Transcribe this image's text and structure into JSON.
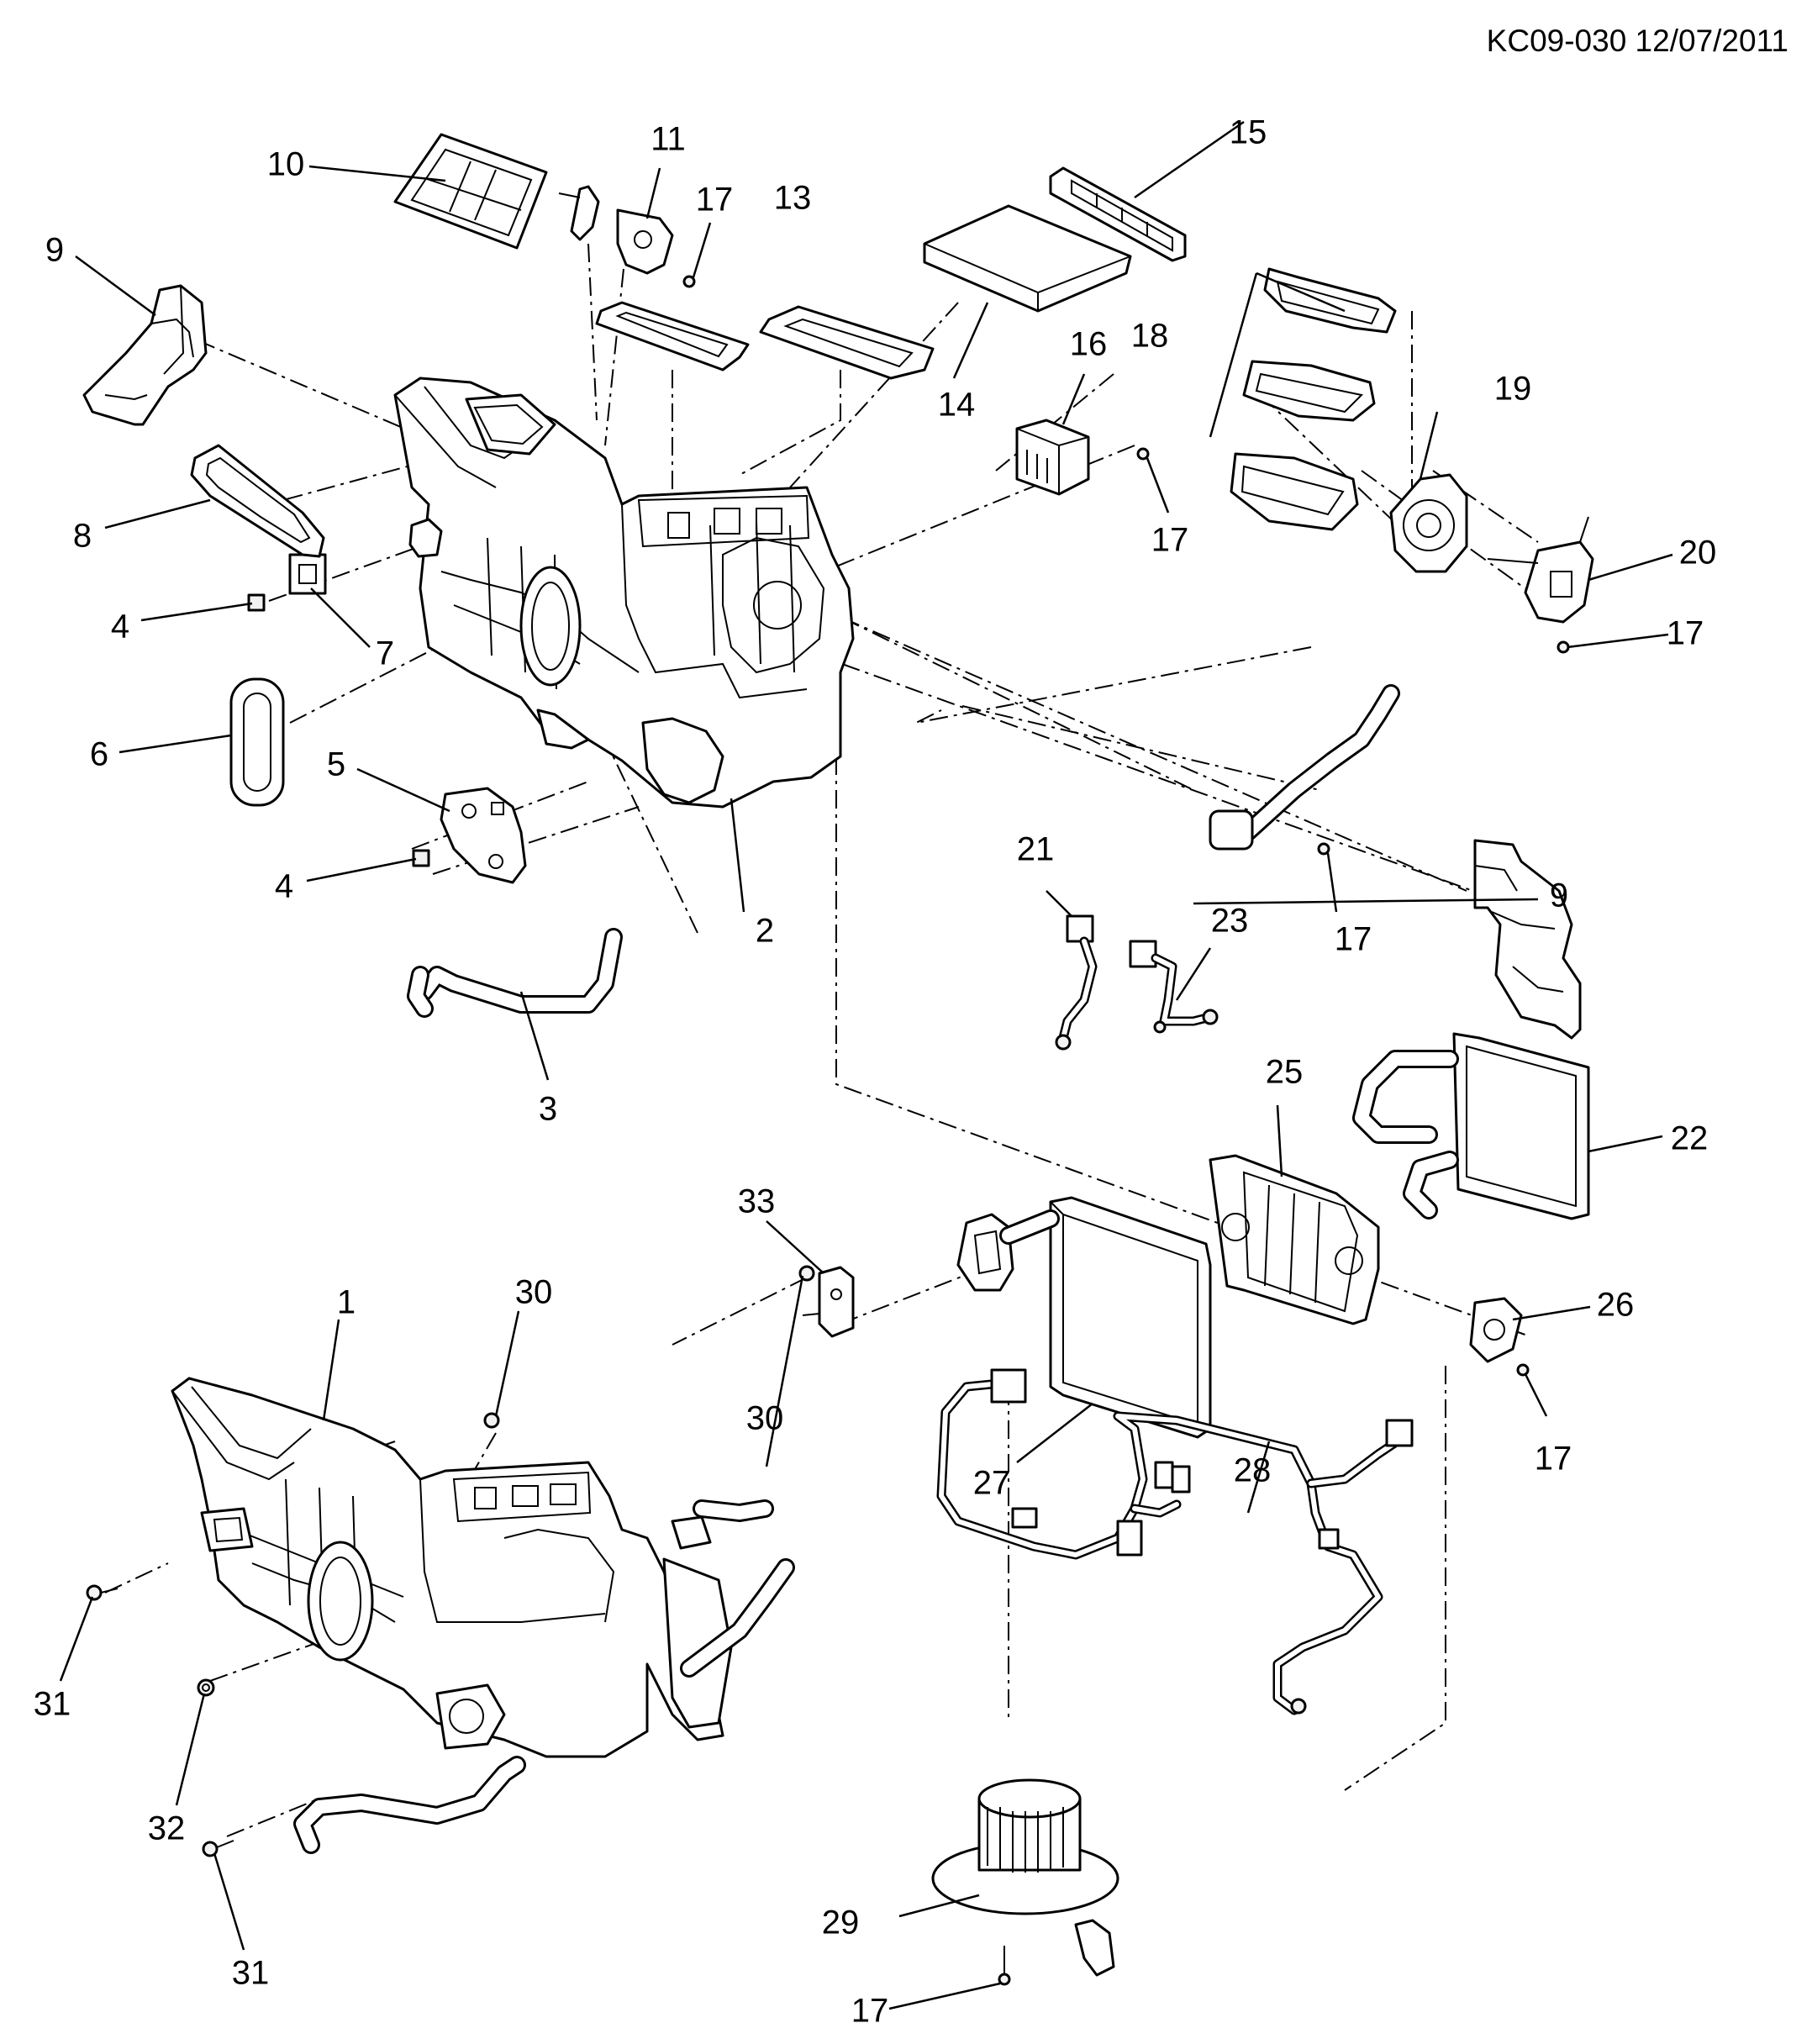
{
  "document": {
    "id_and_date": "KC09-030 12/07/2011"
  },
  "callouts": {
    "c1": "1",
    "c2": "2",
    "c3": "3",
    "c4a": "4",
    "c4b": "4",
    "c5": "5",
    "c6": "6",
    "c7": "7",
    "c8": "8",
    "c9a": "9",
    "c9b": "9",
    "c10": "10",
    "c11": "11",
    "c13": "13",
    "c14": "14",
    "c15": "15",
    "c16": "16",
    "c17a": "17",
    "c17b": "17",
    "c17c": "17",
    "c17d": "17",
    "c17e": "17",
    "c17f": "17",
    "c18": "18",
    "c19": "19",
    "c20": "20",
    "c21": "21",
    "c22": "22",
    "c23": "23",
    "c25": "25",
    "c26": "26",
    "c27": "27",
    "c28": "28",
    "c29": "29",
    "c30a": "30",
    "c30b": "30",
    "c31a": "31",
    "c31b": "31",
    "c32": "32",
    "c33": "33"
  },
  "parts": {
    "p1": "hvac-module-assembly-icon",
    "p2": "hvac-case-exploded-icon",
    "p3": "drain-hose-icon",
    "p4": "clip-nut-icon",
    "p5": "bracket-plate-icon",
    "p6": "oval-seal-icon",
    "p7": "square-seal-icon",
    "p8": "gasket-loop-icon",
    "p9": "air-duct-icon",
    "p10": "filter-door-icon",
    "p11": "actuator-icon",
    "p13": "gasket-pair-icon",
    "p14": "cabin-filter-icon",
    "p15": "filter-cover-icon",
    "p16": "resistor-icon",
    "p17": "screw-icon",
    "p18": "mode-door-set-icon",
    "p19": "mode-actuator-icon",
    "p20": "linkage-icon",
    "p21": "sensor-harness-icon",
    "p22": "heater-core-icon",
    "p23": "sensor-harness-icon",
    "p25": "blend-door-icon",
    "p26": "actuator-icon",
    "p27": "evaporator-core-icon",
    "p28": "wiring-harness-icon",
    "p29": "blower-motor-icon",
    "p30": "screw-icon",
    "p31": "bolt-icon",
    "p32": "nut-icon",
    "p33": "expansion-valve-icon"
  }
}
